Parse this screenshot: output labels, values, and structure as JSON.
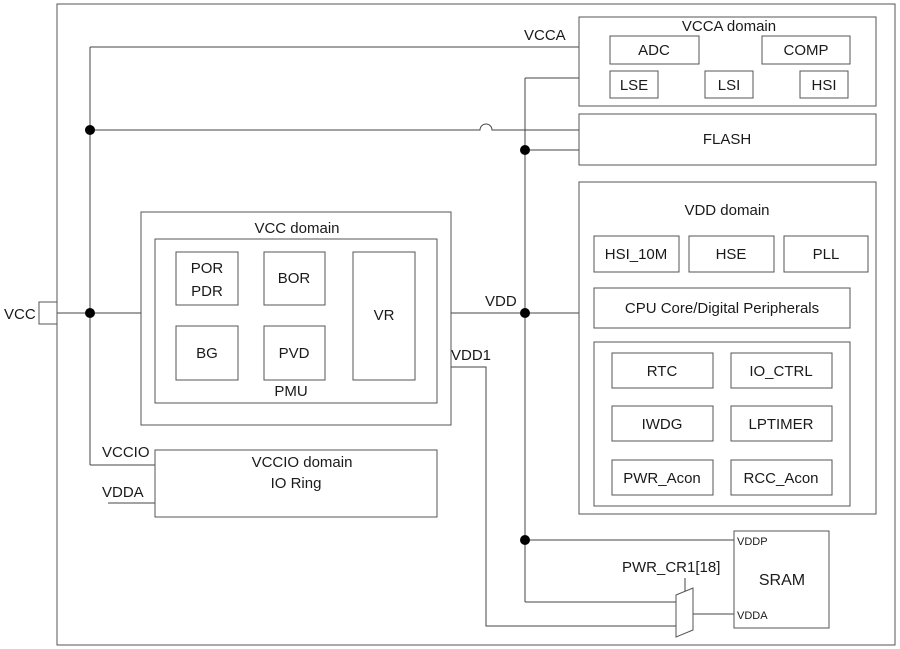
{
  "signals": {
    "vcc": "VCC",
    "vcca": "VCCA",
    "vdd": "VDD",
    "vdd1": "VDD1",
    "vccio": "VCCIO",
    "vdda": "VDDA",
    "pwr_cr1": "PWR_CR1[18]"
  },
  "vcca_domain": {
    "title": "VCCA domain",
    "blocks": [
      "ADC",
      "COMP",
      "LSE",
      "LSI",
      "HSI"
    ]
  },
  "flash": {
    "label": "FLASH"
  },
  "vdd_domain": {
    "title": "VDD domain",
    "clocks": [
      "HSI_10M",
      "HSE",
      "PLL"
    ],
    "core": "CPU Core/Digital Peripherals",
    "peripherals": [
      "RTC",
      "IO_CTRL",
      "IWDG",
      "LPTIMER",
      "PWR_Acon",
      "RCC_Acon"
    ]
  },
  "vcc_domain": {
    "title": "VCC domain",
    "pmu_label": "PMU",
    "por": "POR",
    "pdr": "PDR",
    "bor": "BOR",
    "bg": "BG",
    "pvd": "PVD",
    "vr": "VR"
  },
  "vccio_domain": {
    "title": "VCCIO domain",
    "io_ring": "IO Ring"
  },
  "sram": {
    "label": "SRAM",
    "vddp": "VDDP",
    "vdda": "VDDA"
  }
}
